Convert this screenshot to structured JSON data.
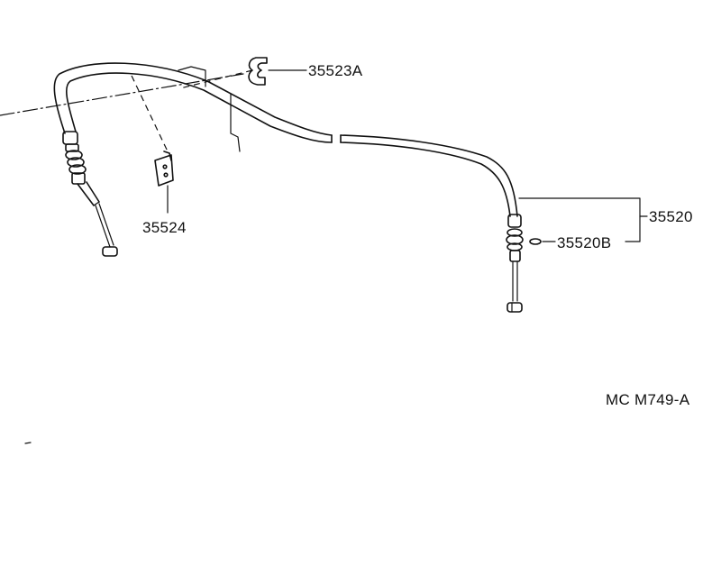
{
  "diagram": {
    "labels": {
      "clamp": "35523A",
      "bracket": "35524",
      "cable_assembly": "35520",
      "grommet": "35520B",
      "figure_code": "MC M749-A"
    },
    "ink_color": "#111111",
    "background_color": "#ffffff"
  }
}
